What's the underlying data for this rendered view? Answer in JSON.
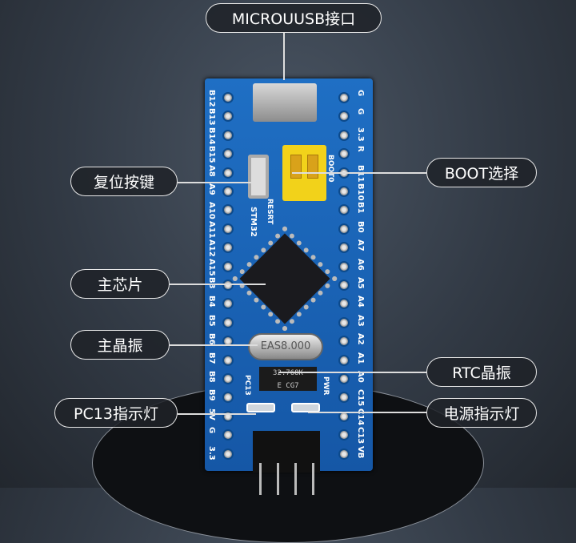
{
  "callouts": {
    "usb": "MICROUUSB接口",
    "reset": "复位按键",
    "boot": "BOOT选择",
    "mcu": "主芯片",
    "crystal": "主晶振",
    "rtc": "RTC晶振",
    "pc13": "PC13指示灯",
    "power": "电源指示灯"
  },
  "board": {
    "left_pins": [
      "B12",
      "B13",
      "B14",
      "B15",
      "A8",
      "A9",
      "A10",
      "A11",
      "A12",
      "A15",
      "B3",
      "B4",
      "B5",
      "B6",
      "B7",
      "B8",
      "B9",
      "5V",
      "G",
      "3.3"
    ],
    "right_pins": [
      "G",
      "G",
      "3.3",
      "R",
      "B11",
      "B10",
      "B1",
      "B0",
      "A7",
      "A6",
      "A5",
      "A4",
      "A3",
      "A2",
      "A1",
      "A0",
      "C15",
      "C14",
      "C13",
      "VB"
    ],
    "crystal_text": "EAS8.000",
    "rtc_text": "32.768K",
    "rtc_sub": "E  CG7",
    "stm_text": "STM32",
    "reset_text": "RESRT",
    "boot_text": "BOOT0",
    "pc13_text": "PC13",
    "pwr_text": "PWR",
    "colors": {
      "pcb": "#1f6fc4",
      "boot_switch": "#f2d21a"
    }
  }
}
